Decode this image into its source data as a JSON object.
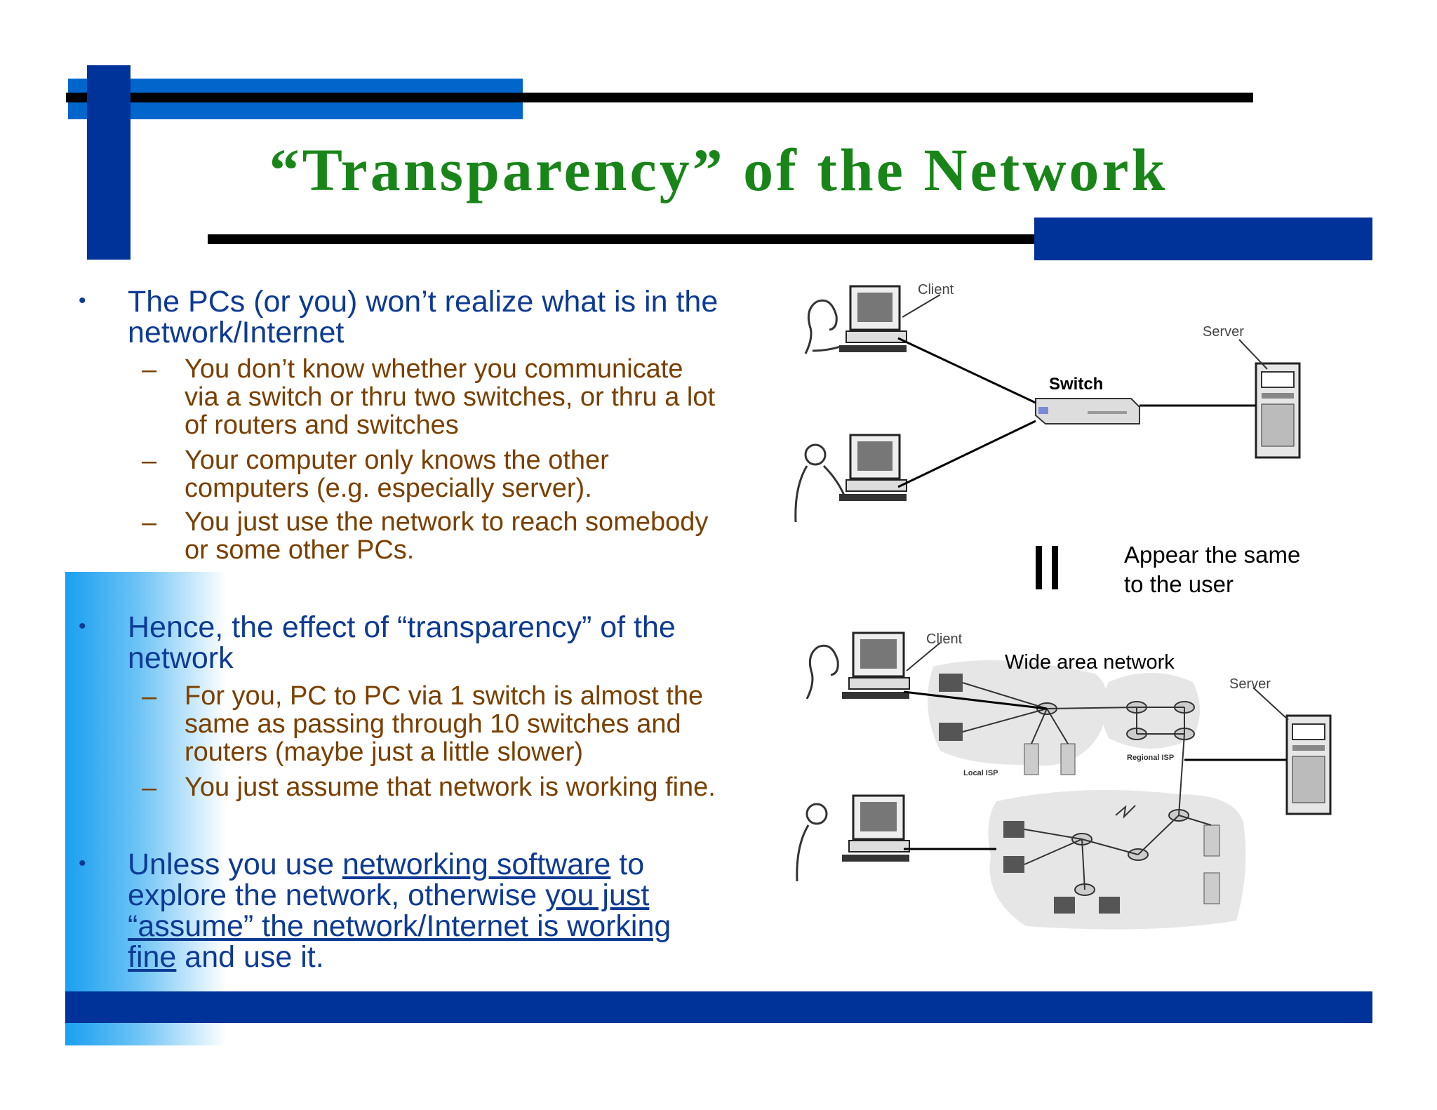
{
  "slide": {
    "title": "“Transparency” of the Network",
    "bullets": [
      {
        "lines": [
          "The PCs (or you) won’t realize what is in the",
          "network/Internet"
        ],
        "subs": [
          [
            "You don’t know whether you communicate",
            "via a switch or thru two switches, or thru a lot",
            "of routers and switches"
          ],
          [
            "Your computer only knows the other",
            "computers (e.g. especially server)."
          ],
          [
            "You just use the network to reach somebody",
            "or some other PCs."
          ]
        ]
      },
      {
        "lines": [
          "Hence, the effect of “transparency” of the",
          "network"
        ],
        "subs": [
          [
            "For you, PC to PC via 1 switch is almost the",
            "same as passing through 10 switches and",
            "routers (maybe just a little slower)"
          ],
          [
            "You just assume that network is working fine."
          ]
        ]
      },
      {
        "line1": {
          "a": "Unless you use ",
          "link1": "networking software",
          "b": " to"
        },
        "line2": {
          "a": "explore the network, otherwise ",
          "link2a": "you just"
        },
        "line3": {
          "link2b": "“assume” the network/Internet is working"
        },
        "line4": {
          "link2c": "fine",
          "b": " and use it."
        }
      }
    ],
    "bullet_char": "•",
    "dash_char": "–"
  },
  "diagram_top": {
    "client": "Client",
    "server": "Server",
    "switch": "Switch"
  },
  "equals": {
    "symbol": "=",
    "note_lines": [
      "Appear the same",
      "to the user"
    ]
  },
  "diagram_bottom": {
    "client": "Client",
    "server": "Server",
    "wan": "Wide area network",
    "local_isp": "Local ISP",
    "regional_isp": "Regional ISP"
  },
  "colors": {
    "title": "#198519",
    "bullet_text": "#0d3a94",
    "sub_text": "#7a4000",
    "accent_blue": "#003399",
    "light_blue": "#0066cc"
  }
}
